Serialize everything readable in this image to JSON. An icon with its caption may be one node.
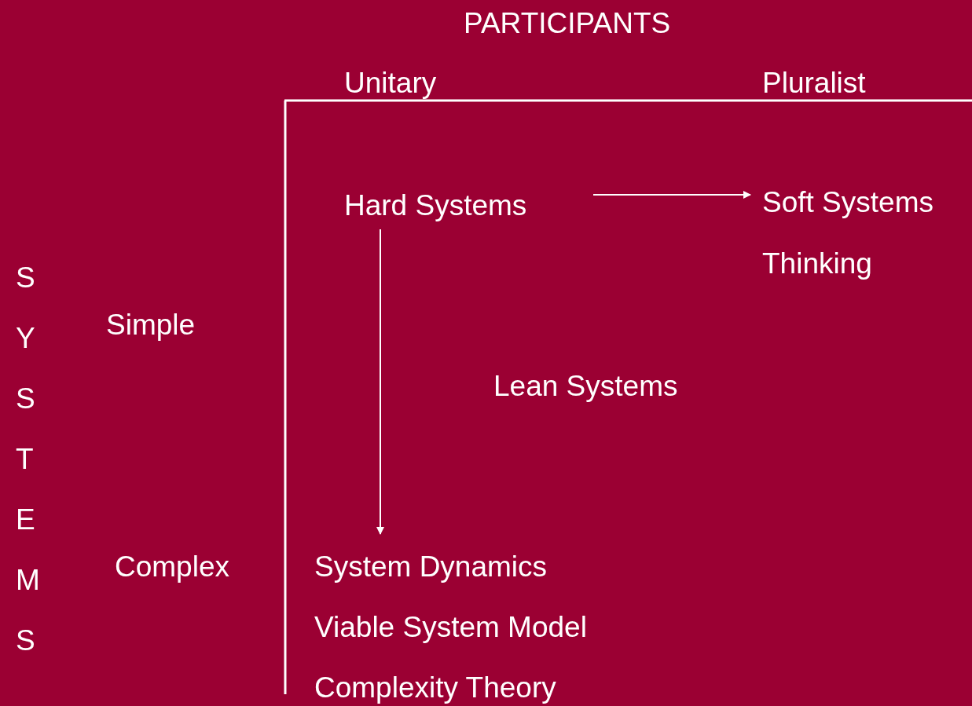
{
  "diagram": {
    "nodes": [
      {
        "text": [
          "Hard Systems"
        ]
      },
      {
        "text": [
          "Soft Systems Thinking"
        ]
      },
      {
        "text": [
          "System Dynamics"
        ]
      }
    ],
    "edges": [
      {
        "from": 0,
        "to": 1,
        "arrow": "to"
      },
      {
        "from": 0,
        "to": 2,
        "arrow": "to"
      }
    ],
    "labels": [
      "PARTICIPANTS",
      "Unitary",
      "Pluralist",
      "SYSTEMS",
      "Simple",
      "Lean Systems",
      "Complex",
      "Viable System Model",
      "Complexity Theory"
    ]
  }
}
